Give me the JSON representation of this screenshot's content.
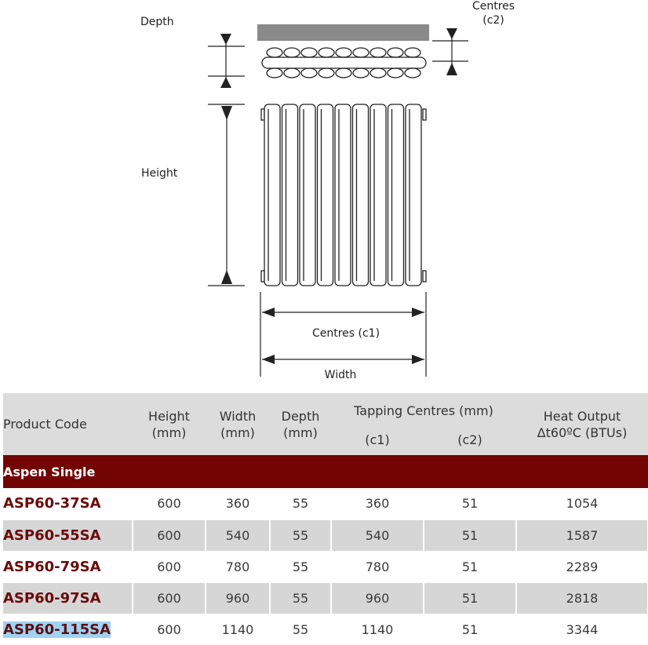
{
  "diagram": {
    "label_depth": "Depth",
    "label_centres_c2_line1": "Centres",
    "label_centres_c2_line2": "(c2)",
    "label_height": "Height",
    "label_centres_c1": "Centres (c1)",
    "label_width": "Width",
    "colors": {
      "line": "#222222",
      "top_bar": "#8a8a8a"
    }
  },
  "table": {
    "headers": {
      "product_code": "Product Code",
      "height_line1": "Height",
      "height_line2": "(mm)",
      "width_line1": "Width",
      "width_line2": "(mm)",
      "depth_line1": "Depth",
      "depth_line2": "(mm)",
      "tapping": "Tapping Centres (mm)",
      "c1": "(c1)",
      "c2": "(c2)",
      "heat_line1": "Heat Output",
      "heat_line2": "Δt60ºC (BTUs)"
    },
    "group_label": "Aspen Single",
    "rows": [
      {
        "code": "ASP60-37SA",
        "height": "600",
        "width": "360",
        "depth": "55",
        "c1": "360",
        "c2": "51",
        "heat": "1054"
      },
      {
        "code": "ASP60-55SA",
        "height": "600",
        "width": "540",
        "depth": "55",
        "c1": "540",
        "c2": "51",
        "heat": "1587"
      },
      {
        "code": "ASP60-79SA",
        "height": "600",
        "width": "780",
        "depth": "55",
        "c1": "780",
        "c2": "51",
        "heat": "2289"
      },
      {
        "code": "ASP60-97SA",
        "height": "600",
        "width": "960",
        "depth": "55",
        "c1": "960",
        "c2": "51",
        "heat": "2818"
      },
      {
        "code": "ASP60-115SA",
        "height": "600",
        "width": "1140",
        "depth": "55",
        "c1": "1140",
        "c2": "51",
        "heat": "3344"
      }
    ],
    "colors": {
      "header_bg": "#dcdcdc",
      "group_bg": "#720404",
      "code_text": "#6a0b0b",
      "stripe": "#d6d6d6",
      "selection": "#9fd2f3"
    }
  }
}
